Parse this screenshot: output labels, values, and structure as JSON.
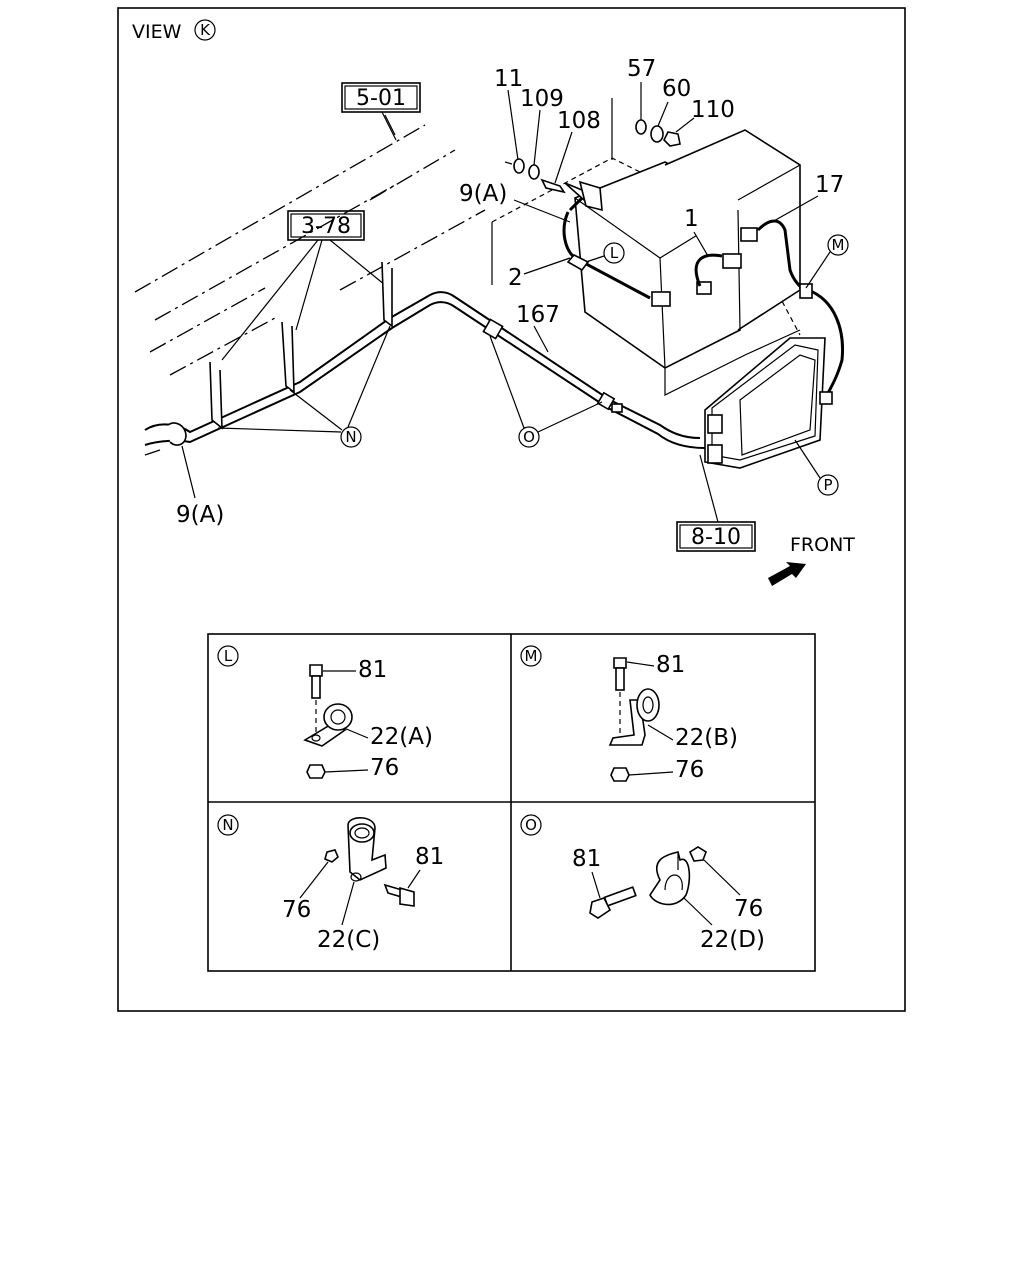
{
  "view": {
    "prefix": "VIEW",
    "marker": "K"
  },
  "refs": {
    "r501": "5-01",
    "r378": "3-78",
    "r810": "8-10"
  },
  "labels": {
    "n11": "11",
    "n109": "109",
    "n108": "108",
    "n57": "57",
    "n60": "60",
    "n110": "110",
    "n17": "17",
    "n1": "1",
    "n9a_top": "9(A)",
    "n2": "2",
    "n167": "167",
    "n9a_bottom": "9(A)"
  },
  "callouts": {
    "L": "L",
    "M": "M",
    "N": "N",
    "O": "O",
    "P": "P"
  },
  "front": "FRONT",
  "details": {
    "L": {
      "marker": "L",
      "bolt": "81",
      "clip": "22(A)",
      "nut": "76"
    },
    "M": {
      "marker": "M",
      "bolt": "81",
      "clip": "22(B)",
      "nut": "76"
    },
    "N": {
      "marker": "N",
      "bolt": "81",
      "clip": "22(C)",
      "nut": "76"
    },
    "O": {
      "marker": "O",
      "bolt": "81",
      "clip": "22(D)",
      "nut": "76"
    }
  }
}
